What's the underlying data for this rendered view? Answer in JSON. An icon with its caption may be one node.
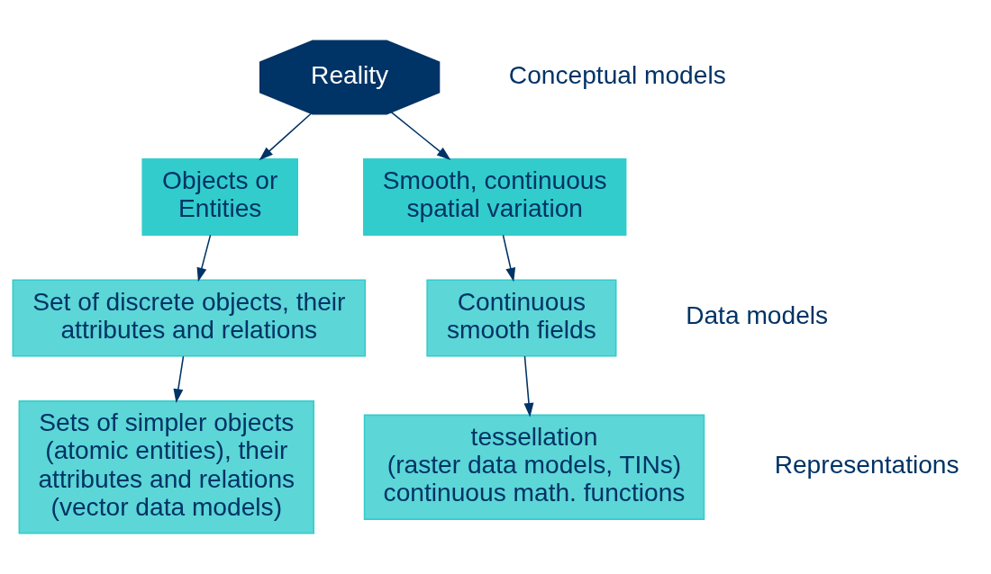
{
  "diagram": {
    "nodes": [
      {
        "text": [
          "Reality"
        ]
      },
      {
        "text": [
          "Objects or Entities"
        ]
      },
      {
        "text": [
          "Smooth, continuous spatial variation"
        ]
      },
      {
        "text": [
          "Set of discrete objects, their attributes and relations"
        ]
      },
      {
        "text": [
          "Continuous smooth fields"
        ]
      },
      {
        "text": [
          "Sets of simpler objects (atomic entities), their attributes and relations (vector data models)"
        ]
      },
      {
        "text": [
          "tessellation",
          "(raster data models, TINs)",
          "continuous math. functions"
        ]
      }
    ],
    "edges": [
      {
        "from": 0,
        "to": 1,
        "arrow": "to"
      },
      {
        "from": 0,
        "to": 2,
        "arrow": "to"
      },
      {
        "from": 1,
        "to": 3,
        "arrow": "to"
      },
      {
        "from": 2,
        "to": 4,
        "arrow": "to"
      },
      {
        "from": 3,
        "to": 5,
        "arrow": "to"
      },
      {
        "from": 4,
        "to": 6,
        "arrow": "to"
      }
    ],
    "labels": [
      "Conceptual models",
      "Data models",
      "Representations"
    ]
  }
}
